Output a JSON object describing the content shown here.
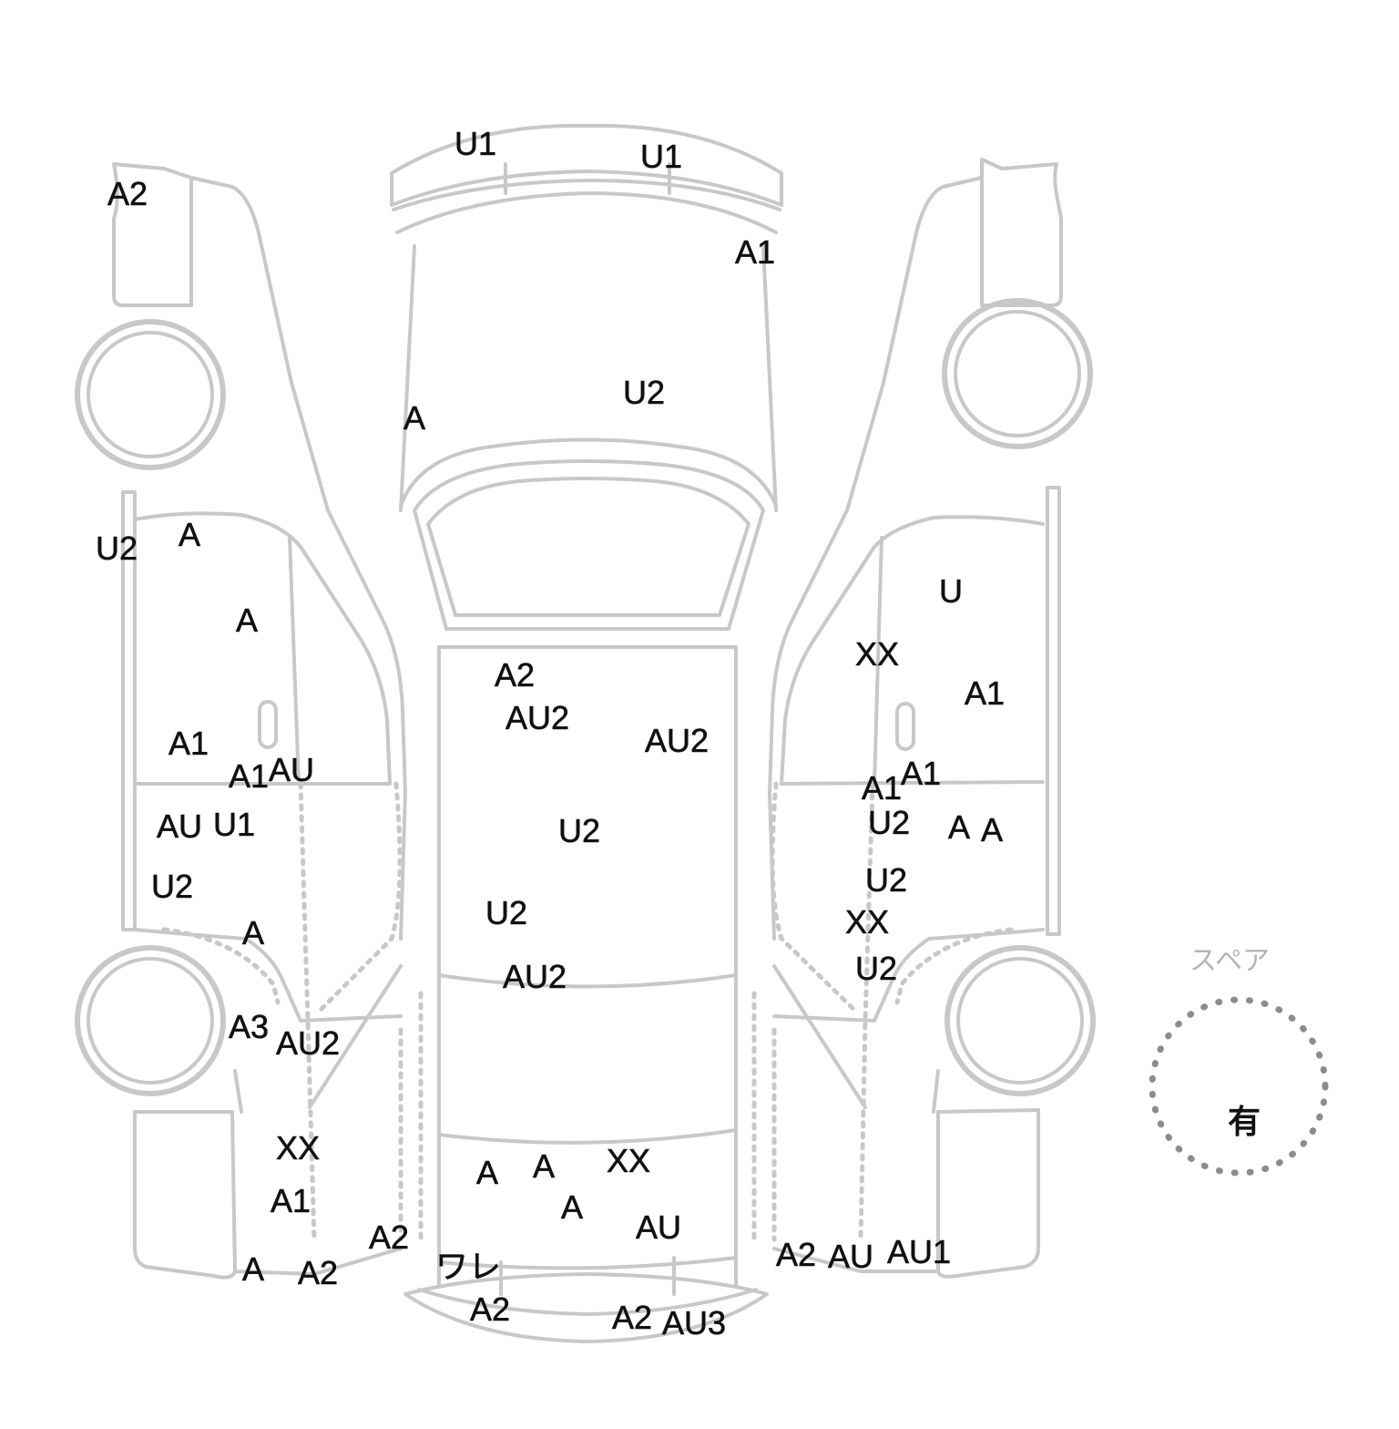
{
  "spare_tire": {
    "label": "スペア",
    "value": "有"
  },
  "colors": {
    "outline": "#c8c8c8",
    "label_text": "#111111",
    "spare_label": "#b5b5b5"
  },
  "damage_marks": {
    "left_side": [
      "A2",
      "U2",
      "A",
      "A",
      "A1",
      "A1",
      "AU",
      "AU",
      "U1",
      "U2",
      "A",
      "A3",
      "AU2",
      "XX",
      "A1",
      "A",
      "A2",
      "A2"
    ],
    "top_hood_roof": [
      "U1",
      "U1",
      "A1",
      "A",
      "U2",
      "A2",
      "AU2",
      "AU2",
      "U2",
      "U2",
      "AU2"
    ],
    "top_rear": [
      "A",
      "A",
      "A",
      "XX",
      "AU",
      "ワレ",
      "A2",
      "A2",
      "AU3"
    ],
    "right_side": [
      "U",
      "XX",
      "A1",
      "A1",
      "A1",
      "U2",
      "A",
      "A",
      "U2",
      "XX",
      "U2",
      "A2",
      "AU",
      "AU1"
    ]
  }
}
